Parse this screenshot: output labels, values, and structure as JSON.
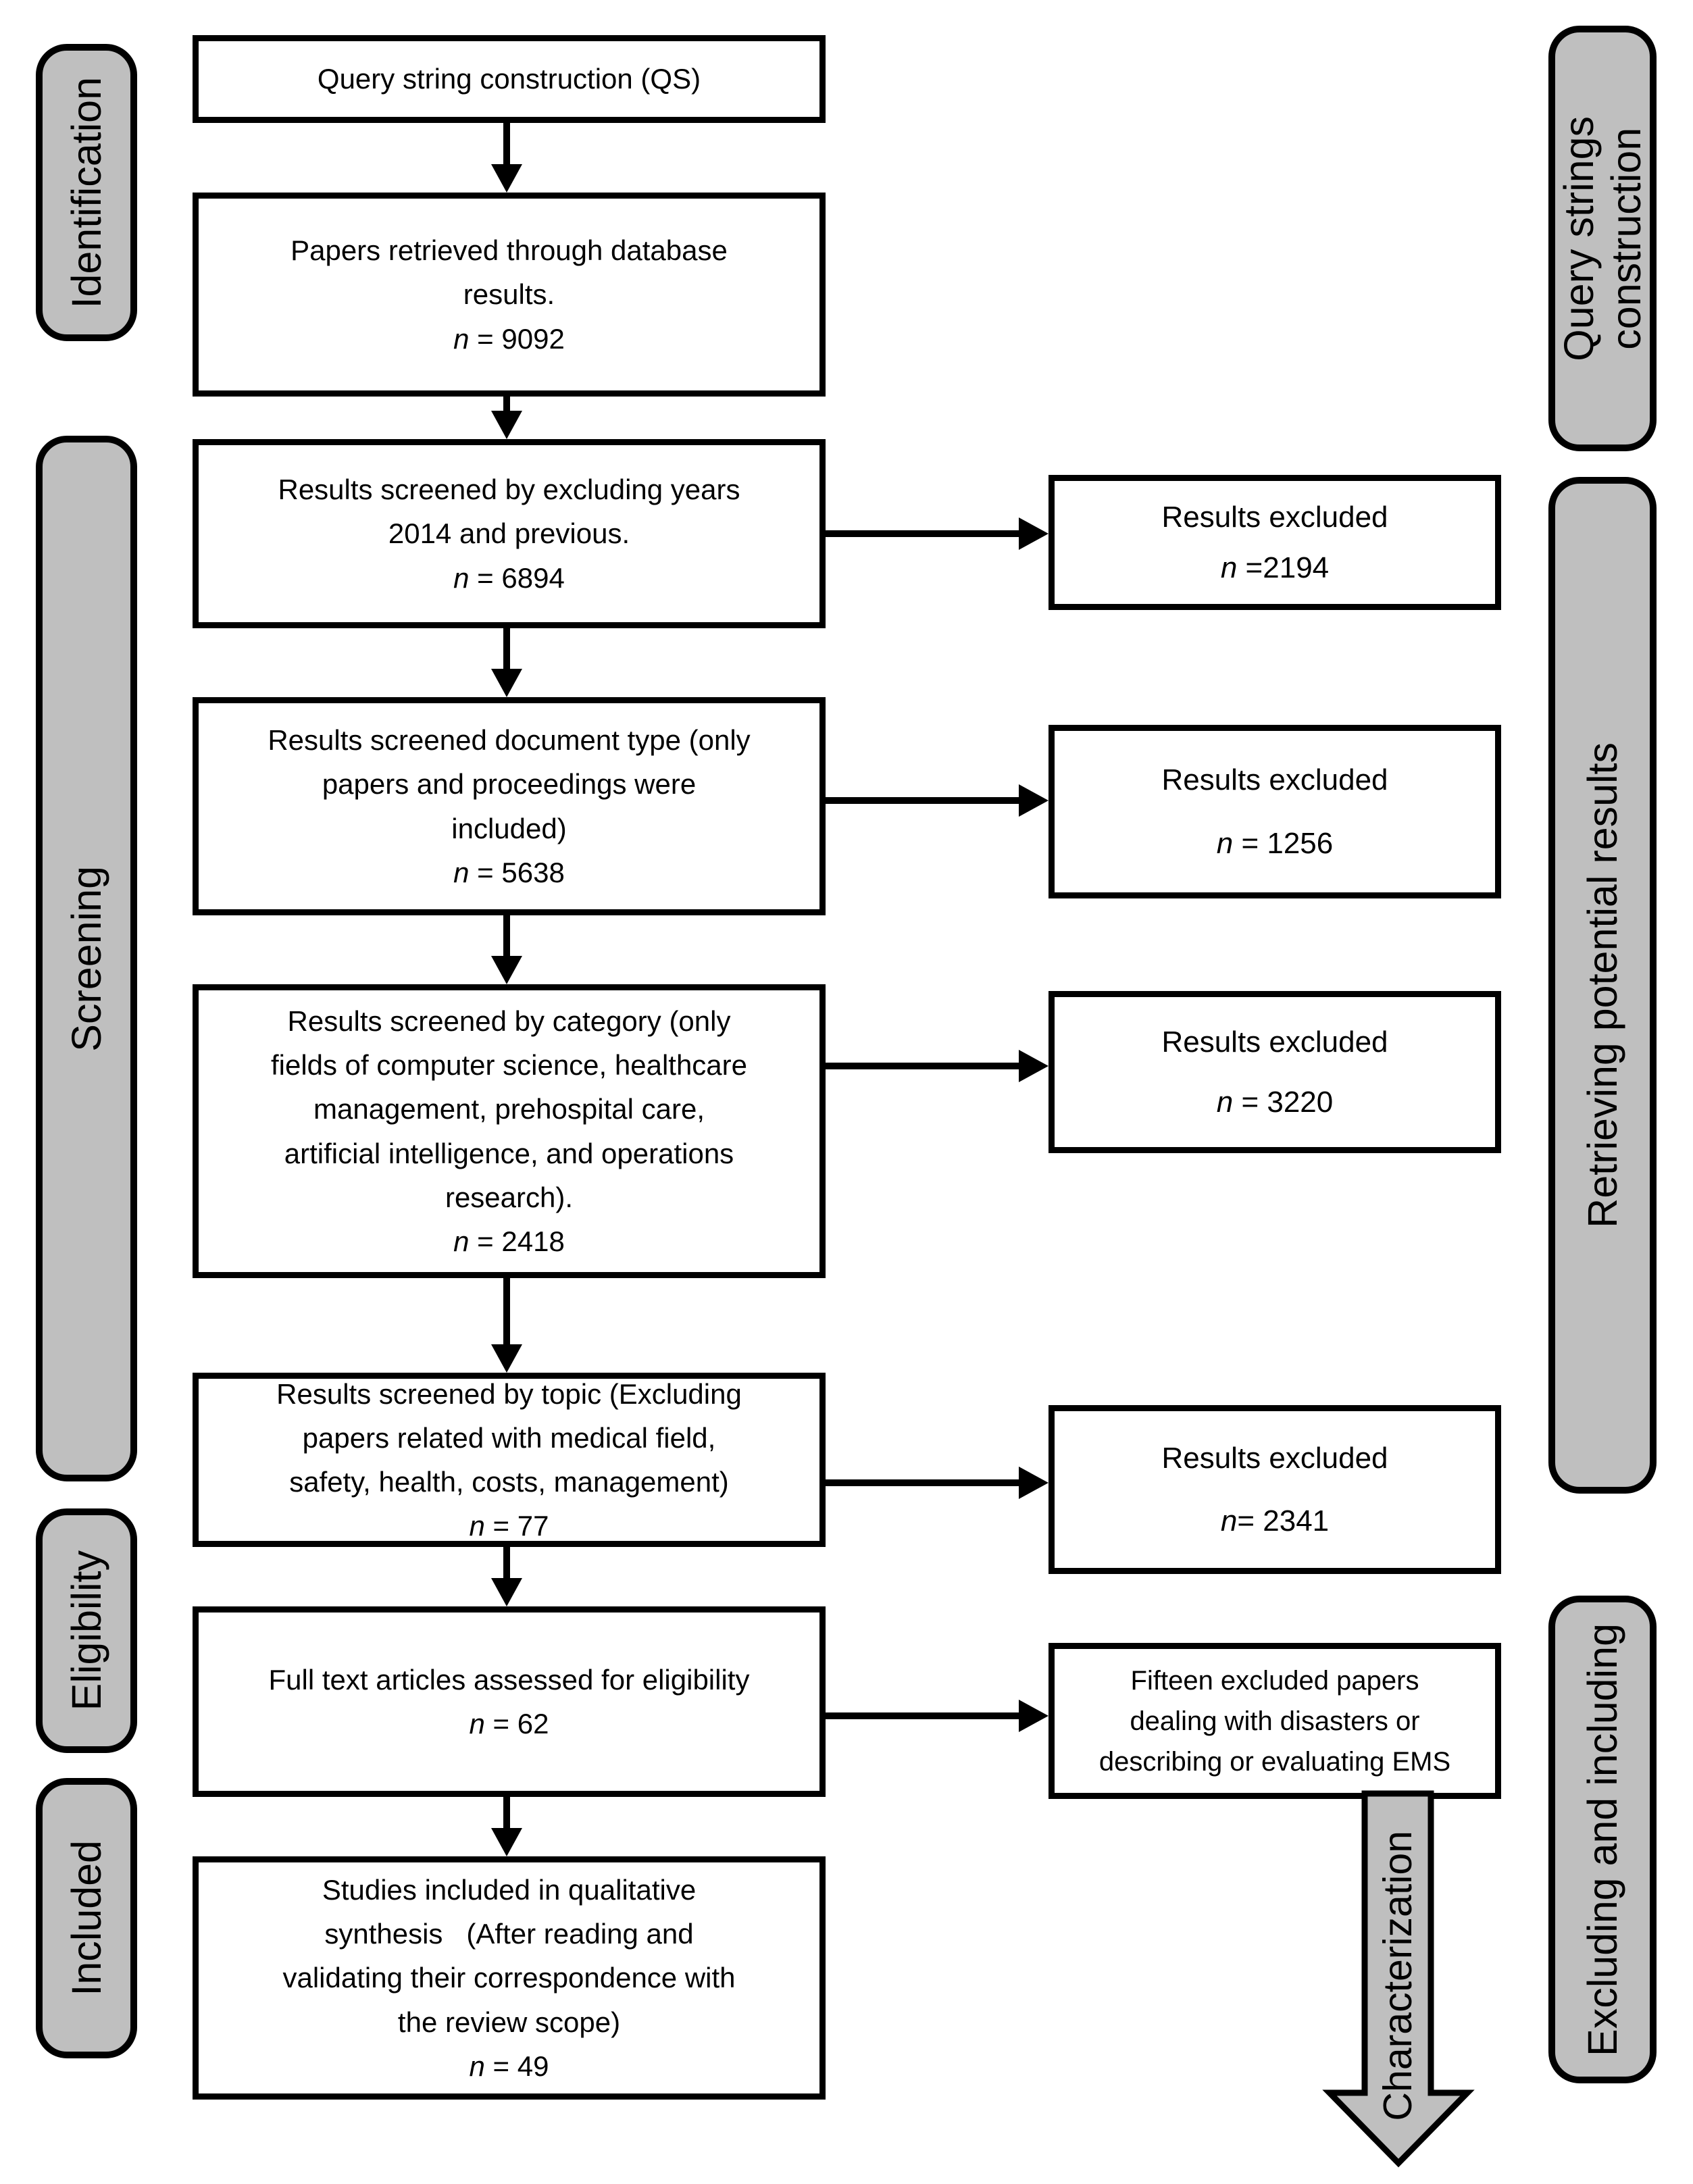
{
  "colors": {
    "background": "#ffffff",
    "stage_fill": "#bfbfbf",
    "line_color": "#000000",
    "box_fill": "#ffffff"
  },
  "stages_left": [
    {
      "label": "Identification"
    },
    {
      "label": "Screening"
    },
    {
      "label": "Eligibility"
    },
    {
      "label": "Included"
    }
  ],
  "stages_right": [
    {
      "label": "Query strings\nconstruction"
    },
    {
      "label": "Retrieving potential results"
    },
    {
      "label": "Excluding and including"
    }
  ],
  "characterization": {
    "label": "Characterization"
  },
  "flow": [
    {
      "text": "Query string construction (QS)"
    },
    {
      "text": "Papers retrieved through database\nresults.",
      "n_label": "n",
      "n_value": " = 9092"
    },
    {
      "text": "Results screened by excluding years\n2014 and previous.",
      "n_label": "n",
      "n_value": " = 6894"
    },
    {
      "text": "Results screened document type (only\npapers and proceedings were\nincluded)",
      "n_label": "n",
      "n_value": " = 5638"
    },
    {
      "text": "Results screened by category (only\nfields of computer science, healthcare\nmanagement, prehospital care,\nartificial intelligence, and operations\nresearch).",
      "n_label": "n",
      "n_value": " = 2418"
    },
    {
      "text": "Results screened by topic (Excluding\npapers related with medical field,\nsafety, health, costs, management)",
      "n_label": "n",
      "n_value": " = 77"
    },
    {
      "text": "Full text articles assessed for eligibility",
      "n_label": "n",
      "n_value": " = 62"
    },
    {
      "text": "Studies included in qualitative\nsynthesis   (After reading and\nvalidating their correspondence with\nthe review scope)",
      "n_label": "n",
      "n_value": " = 49"
    }
  ],
  "excluded": [
    {
      "text": "Results excluded",
      "n_label": "n",
      "n_value": " =2194"
    },
    {
      "text": "Results excluded",
      "n_label": "n",
      "n_value": " = 1256"
    },
    {
      "text": "Results excluded",
      "n_label": "n",
      "n_value": " = 3220"
    },
    {
      "text": "Results excluded",
      "n_label": "n",
      "n_value": "= 2341"
    },
    {
      "text": "Fifteen excluded papers\ndealing with disasters or\ndescribing or evaluating EMS"
    }
  ]
}
